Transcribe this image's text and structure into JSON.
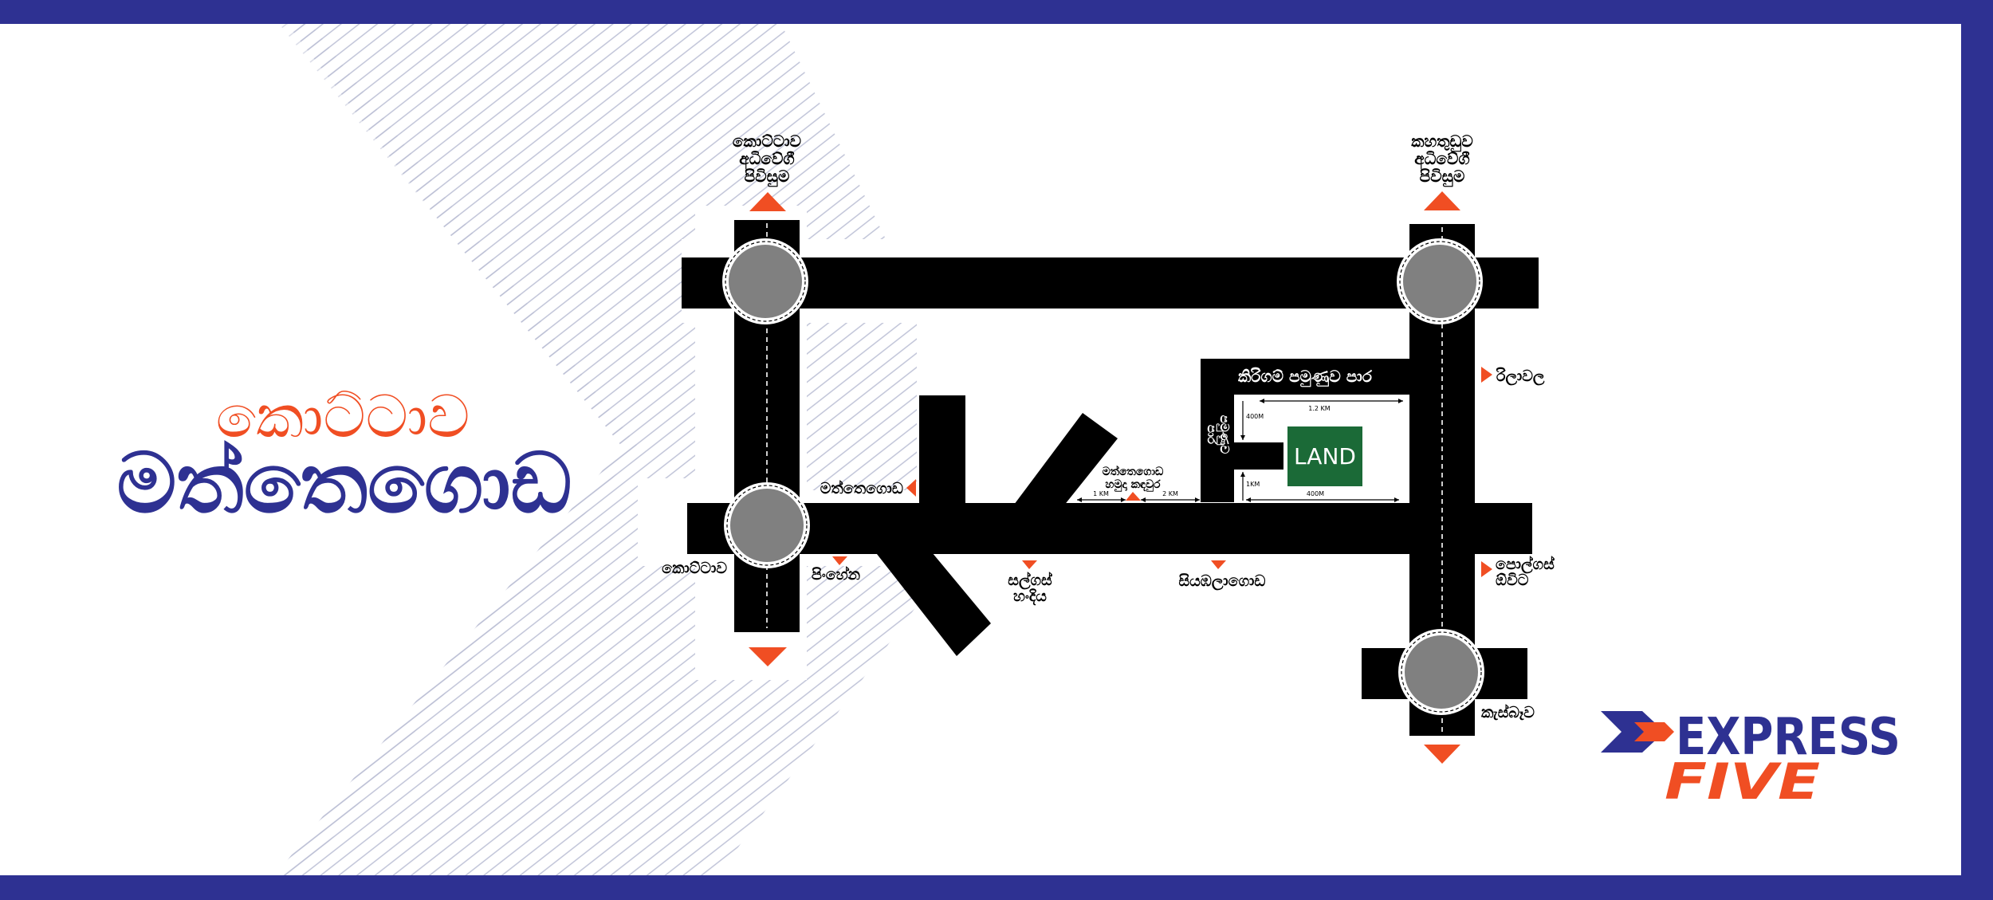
{
  "colors": {
    "frame": "#2e3192",
    "accent": "#f04e23",
    "road": "#000000",
    "roundabout": "#808080",
    "land": "#1b6a37",
    "hatch": "#b4b9d0"
  },
  "title": {
    "line1": "කොට්ටාව",
    "line2": "මත්තෙගොඩ"
  },
  "places": {
    "kottawa_expressway": [
      "කොට්ටාව",
      "අධිවේගී",
      "පිවිසුම"
    ],
    "kahathuduwa_expressway": [
      "කහතුඩුව",
      "අධිවේගී",
      "පිවිසුම"
    ],
    "rilawala": "රිලාවල",
    "polgasowita": [
      "පොල්ගස්",
      "ඕවිට"
    ],
    "kesbewa": "කැස්බෑව",
    "mattegoda_left": "මත්තෙගොඩ",
    "kottawa": "කොට්ටාව",
    "pinhena": "පිංහේන",
    "salgas_handiya": [
      "සල්ගස්",
      "හංදිය"
    ],
    "siyambalagoda": "සියඹලාගොඩ",
    "mattegoda_camp": [
      "මත්තෙගොඩ",
      "හමුදා කඳවුර"
    ],
    "kirigampamunuwa_road": "කිරිගම් පමුණුව පාර",
    "side_road": [
      "පමුණුව",
      "පාර"
    ]
  },
  "land": {
    "label": "LAND",
    "dim_top": "1.2 KM",
    "dim_left_upper": "400M",
    "dim_left_lower": "1KM",
    "dim_bottom": "400M"
  },
  "distances": {
    "left": "1 KM",
    "right": "2 KM"
  },
  "logo": {
    "line1": "EXPRESS",
    "line2": "FIVE"
  }
}
